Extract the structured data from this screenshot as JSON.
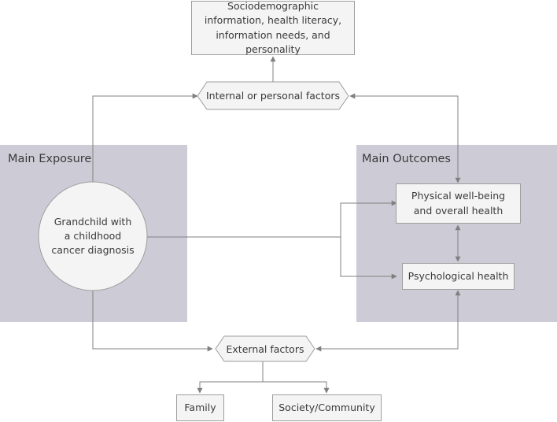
{
  "exposure": {
    "panel_label": "Main Exposure",
    "circle_text": "Grandchild with a childhood cancer diagnosis"
  },
  "outcomes": {
    "panel_label": "Main Outcomes",
    "physical": "Physical well-being and overall health",
    "psychological": "Psychological health"
  },
  "internal": {
    "label": "Internal or personal factors",
    "details": "Sociodemographic information, health literacy, information needs, and personality"
  },
  "external": {
    "label": "External factors",
    "family": "Family",
    "society": "Society/Community"
  },
  "colors": {
    "panel": "#cdccd6",
    "box_fill": "#f4f4f4",
    "line": "#808080"
  }
}
